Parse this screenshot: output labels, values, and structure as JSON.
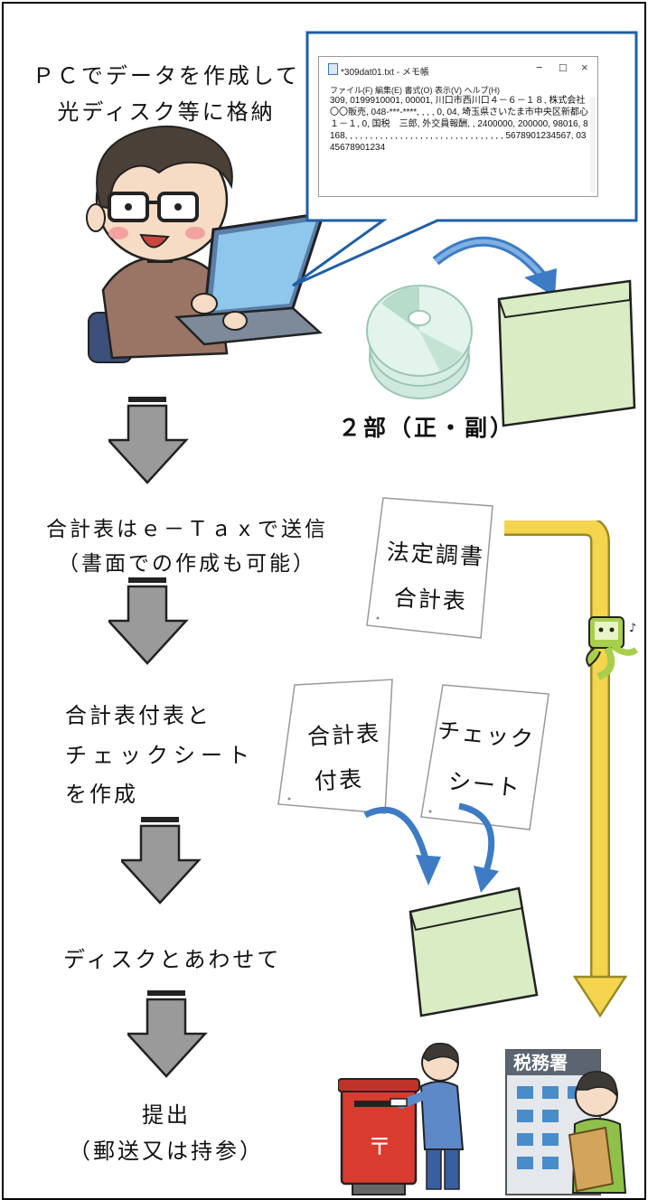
{
  "steps": {
    "step1": [
      "ＰＣでデータを作成して",
      "光ディスク等に格納"
    ],
    "step2": [
      "合計表はｅ－Ｔａｘで送信",
      "（書面での作成も可能）"
    ],
    "step3": [
      "合計表付表と",
      "チェックシート",
      "を作成"
    ],
    "step4": "ディスクとあわせて",
    "step5": [
      "提出",
      "（郵送又は持参）"
    ]
  },
  "disc_caption": "２部（正・副）",
  "papers": {
    "legal_doc": [
      "法定調書",
      "合計表"
    ],
    "attachment": [
      "合計表",
      "付表"
    ],
    "checksheet": [
      "チェック",
      "シート"
    ]
  },
  "notepad": {
    "title": "*309dat01.txt - メモ帳",
    "menu": "ファイル(F)  編集(E)  書式(O)  表示(V)  ヘルプ(H)",
    "content": "309, 0199910001, 00001, 川口市西川口４－６－１８, 株式会社〇〇販売, 048-***-****, , , , 0, 04, 埼玉県さいたま市中央区新都心１－１, 0, 国税　三郎, 外交員報酬, , 2400000, 200000, 98016, 8168, , , , , , , , , , , , , , , , , , , , , , , , , , , , , , , , 5678901234567, 0345678901234",
    "controls": [
      "−",
      "☐",
      "×"
    ]
  },
  "building_sign": "税務署",
  "post_mark": "〒",
  "colors": {
    "down_arrow": "#9a9a9a",
    "etax_route": "#f5d44e",
    "envelope": "#d9ecc4",
    "disc": "#cfe9df",
    "curved_arrow": "#3d7cc4",
    "post_box": "#d93b2f"
  }
}
